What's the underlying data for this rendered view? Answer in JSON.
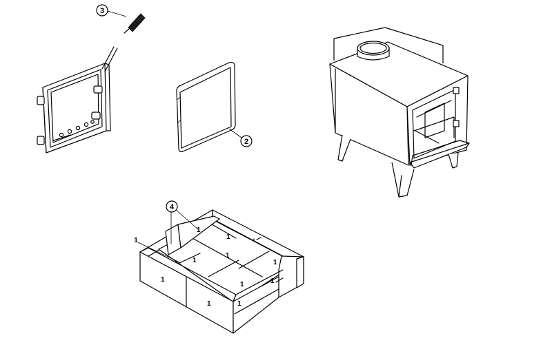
{
  "callouts": {
    "c1": "1",
    "c2": "2",
    "c3": "3",
    "c4": "4"
  },
  "bricks": [
    "1",
    "1",
    "1",
    "1",
    "1",
    "1",
    "1",
    "1",
    "1",
    "1"
  ]
}
